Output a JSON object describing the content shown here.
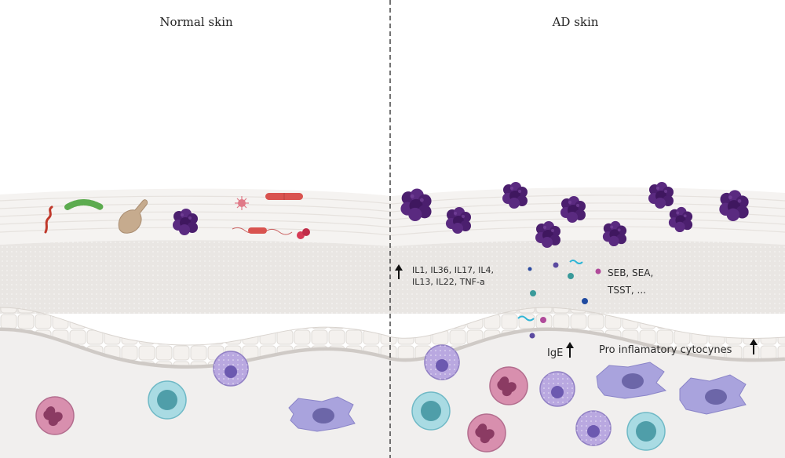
{
  "panels": {
    "left_title": "Normal skin",
    "right_title": "AD skin"
  },
  "labels": {
    "cytokines_line1": "IL1, IL36, IL17, IL4,",
    "cytokines_line2": "IL13, IL22, TNF-a",
    "toxins_line1": "SEB, SEA,",
    "toxins_line2": "TSST, ...",
    "ige": "IgE",
    "pro_inflammatory": "Pro inflamatory cytocynes"
  },
  "colors": {
    "divider": "#444444",
    "staph_cluster": "#4b1f6e",
    "arrow": "#111111"
  },
  "icons": {
    "increase_arrow": "up-arrow-icon",
    "bacteria_cluster": "staphylococcus-cluster-icon"
  }
}
